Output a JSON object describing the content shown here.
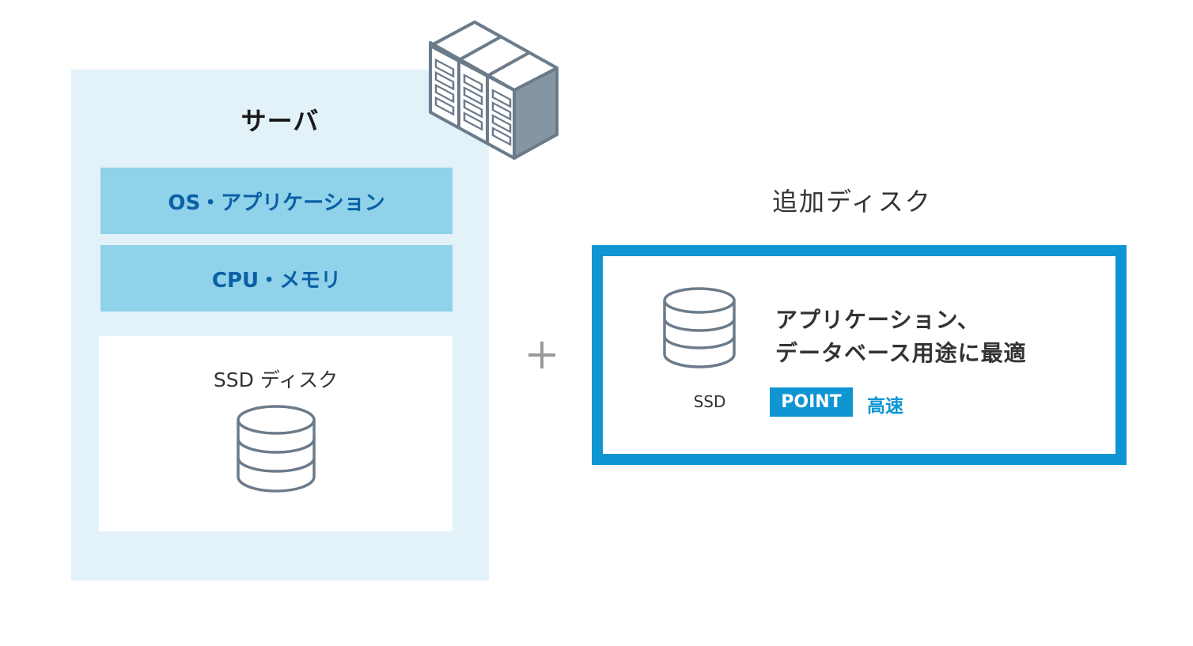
{
  "server": {
    "title": "サーバ",
    "layers": [
      {
        "label": "OS・アプリケーション"
      },
      {
        "label": "CPU・メモリ"
      }
    ],
    "disk": {
      "label": "SSD ディスク",
      "icon": "database-icon"
    },
    "icon": "server-rack-icon"
  },
  "connector": {
    "symbol": "plus-icon"
  },
  "additional_disk": {
    "title": "追加ディスク",
    "disk_label": "SSD",
    "icon": "database-icon",
    "description_line1": "アプリケーション、",
    "description_line2": "データベース用途に最適",
    "point_badge": "POINT",
    "point_text": "高速"
  },
  "colors": {
    "panel_bg": "#e3f2f9",
    "layer_bg": "#8fd2ea",
    "layer_text": "#0b5fa5",
    "accent": "#0e95d2",
    "icon_stroke": "#6b7b8a"
  }
}
